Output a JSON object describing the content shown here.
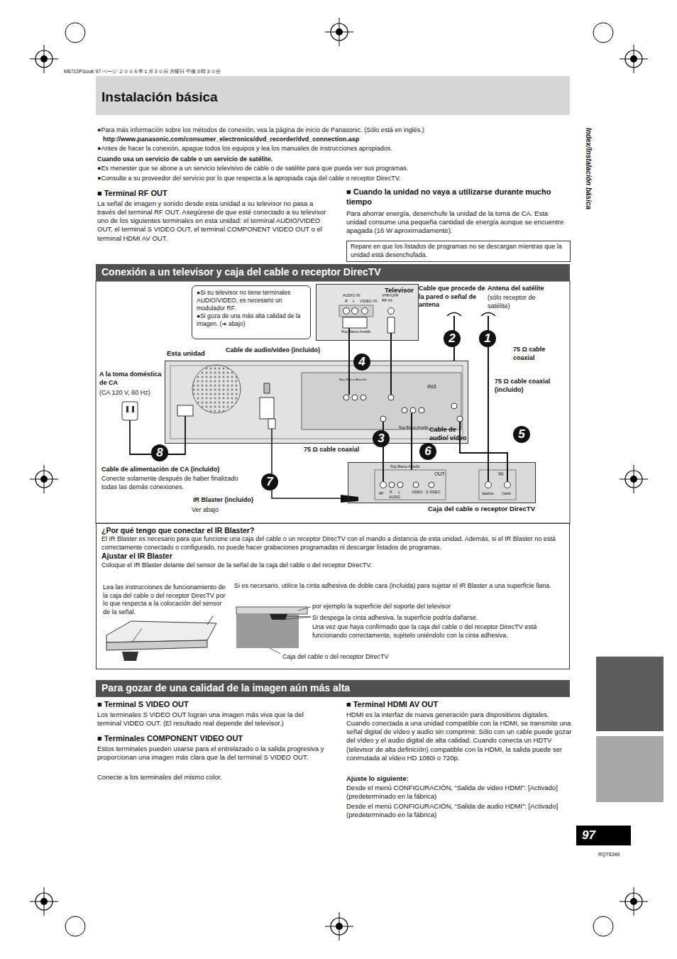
{
  "diagram": {
    "title": "Instalación básica",
    "nodes": [
      {
        "text": [
          "Repare en que los listados de programas no se descargan mientras que la unidad está desenchufada."
        ]
      },
      {
        "text": [
          "Conexión a un televisor y caja del cable o receptor DirecTV"
        ]
      },
      {
        "text": [
          "●Si su televisor no tiene terminales AUDIO/VIDEO, es necesario un modulador RF.",
          "●Si goza de una más alta calidad de la imagen. (➜ abajo)"
        ]
      },
      {
        "text": [
          "Televisor"
        ]
      },
      {
        "text": [
          "Esta unidad"
        ]
      },
      {
        "text": [
          "Caja del cable o receptor DirecTV"
        ]
      },
      {
        "text": [
          "¿Por qué tengo que conectar el IR Blaster?",
          "El IR Blaster es necesario para que funcione una caja del cable o un receptor DirecTV con el mando a distancia de esta unidad. Además, si el IR Blaster no está correctamente conectado o configurado, no puede hacer grabaciones programadas ni descargar listados de programas.",
          "Ajustar el IR Blaster",
          "Coloque el IR Blaster delante del sensor de la señal de la caja del cable o del receptor DirecTV."
        ]
      },
      {
        "text": [
          "Para gozar de una calidad de la imagen aún más alta"
        ]
      },
      {
        "text": [
          "97"
        ]
      }
    ],
    "edges": [
      {
        "from": 3,
        "to": 4,
        "arrow": "none"
      },
      {
        "from": 4,
        "to": 3,
        "arrow": "none"
      },
      {
        "from": 5,
        "to": 4,
        "arrow": "none"
      },
      {
        "from": 4,
        "to": 5,
        "arrow": "none"
      },
      {
        "from": 4,
        "to": 5,
        "arrow": "none"
      },
      {
        "from": 4,
        "to": 5,
        "arrow": "none"
      }
    ],
    "labels": [
      "M6710P.book 97 ページ ２００６年１月３０日 月曜日 午後３時３０分",
      "●Para más información sobre los métodos de conexión, vea la página de inicio de Panasonic. (Sólo está en inglés.)",
      "http://www.panasonic.com/consumer_electronics/dvd_recorder/dvd_connection.asp",
      "●Antes de hacer la conexión, apague todos los equipos y lea los manuales de instrucciones apropiados.",
      "Cuando usa un servicio de cable o un servicio de satélite.",
      "●Es menester que se abone a un servicio televisivo de cable o de satélite para que pueda ver sus programas.",
      "●Consulte a su proveedor del servicio por lo que respecta a la apropiada caja del cable o receptor DirecTV.",
      "■ Terminal RF OUT",
      "La señal de imagen y sonido desde esta unidad a su televisor no pasa a través del terminal RF OUT. Asegúrese de que esté conectado a su televisor uno de los siguientes terminales en esta unidad: el terminal AUDIO/VIDEO OUT, el terminal S VIDEO OUT, el terminal COMPONENT VIDEO OUT o el terminal HDMI AV OUT.",
      "■ Cuando la unidad no vaya a utilizarse durante mucho tiempo",
      "Para ahorrar energía, desenchufe la unidad de la toma de CA. Esta unidad consume una pequeña cantidad de energía aunque se encuentre apagada (16 W aproximadamente).",
      "Index/Instalación básica",
      "AUDIO IN",
      "R",
      "L",
      "VIDEO IN",
      "VHF/UHF RF IN",
      "Rojo Blanco Amarillo",
      "Cable que procede de la pared o señal de antena",
      "Antena del satélite",
      "(sólo receptor de satélite)",
      "75 Ω cable coaxial",
      "75 Ω cable coaxial (incluido)",
      "A la toma doméstica de CA",
      "(CA 120 V, 60 Hz)",
      "Cable de audio/vídeo (incluido)",
      "IN3",
      "Rojo Blanco Amarillo",
      "Rojo Blanco Amarillo",
      "Cable de audio/ vídeo",
      "75 Ω cable coaxial",
      "Rojo Blanco Amarillo",
      "Cable de alimentación de CA (incluido)",
      "Conecte solamente después de haber finalizado todas las demás conexiones.",
      "IR Blaster (incluido)",
      "Ver abajo",
      "OUT",
      "IN",
      "RF",
      "R",
      "L",
      "AUDIO",
      "VIDEO",
      "S VIDEO",
      "Satélite",
      "Cable",
      "2",
      "1",
      "4",
      "3",
      "6",
      "5",
      "8",
      "7",
      "Lea las instrucciones de funcionamiento de la caja del cable o del receptor DirecTV por lo que respecta a la colocación del sensor de la señal.",
      "Si es necesario, utilice la cinta adhesiva de doble cara (incluida) para sujetar el IR Blaster a una superficie llana.",
      "por ejemplo la superficie del soporte del televisor",
      "Si despega la cinta adhesiva, la superficie podría dañarse.",
      "Una vez que haya confirmado que la caja del cable o del receptor DirecTV está funcionando correctamente, sujételo uniéndolo con la cinta adhesiva.",
      "Caja del cable o del receptor DirecTV",
      "■ Terminal S VIDEO OUT",
      "Los terminales S VIDEO OUT logran una imagen más viva que la del terminal VIDEO OUT. (El resultado real depende del televisor.)",
      "■ Terminales COMPONENT VIDEO OUT",
      "Estos terminales pueden usarse para el entrelazado o la salida progresiva y proporcionan una imagen más clara que la del terminal S VIDEO OUT.",
      "Conecte a los terminales del mismo color.",
      "■ Terminal HDMI AV OUT",
      "HDMI es la interfaz de nueva generación para dispositivos digitales. Cuando conectada a una unidad compatible con la HDMI, se transmite una señal digital de vídeo y audio sin comprimir. Sólo con un cable puede gozar del vídeo y el audio digital de alta calidad. Cuando conecta un HDTV (televisor de alta definición) compatible con la HDMI, la salida puede ser conmutada al vídeo HD 1080i o 720p.",
      "Ajuste lo siguiente:",
      "Desde el menú CONFIGURACIÓN, “Salida de video HDMI”: [Activado] (predeterminado en la fábrica)",
      "Desde el menú CONFIGURACIÓN, “Salida de audio HDMI”: [Activado] (predeterminado en la fábrica)",
      "RQT8346"
    ]
  }
}
